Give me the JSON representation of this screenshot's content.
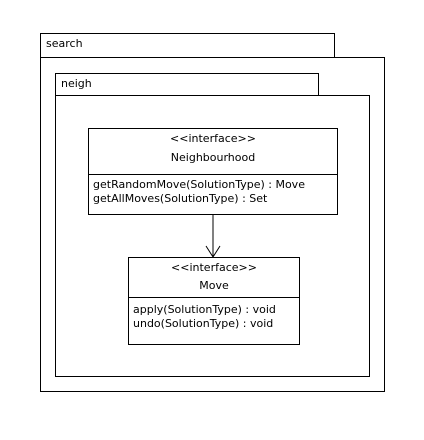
{
  "packages": {
    "outer": {
      "name": "search"
    },
    "inner": {
      "name": "neigh"
    }
  },
  "classes": [
    {
      "stereotype": "<<interface>>",
      "name": "Neighbourhood",
      "operations": [
        "getRandomMove(SolutionType) : Move",
        "getAllMoves(SolutionType) : Set"
      ]
    },
    {
      "stereotype": "<<interface>>",
      "name": "Move",
      "operations": [
        "apply(SolutionType) : void",
        "undo(SolutionType) : void"
      ]
    }
  ],
  "relations": [
    {
      "from": "Neighbourhood",
      "to": "Move",
      "kind": "dependency"
    }
  ]
}
